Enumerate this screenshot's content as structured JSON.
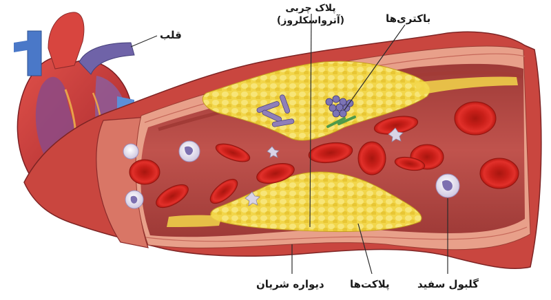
{
  "labels": {
    "plaque_line1": "پلاک چربی",
    "plaque_line2": "(آترواسکلروز)",
    "bacteria": "باکتری‌ها",
    "heart": "قلب",
    "artery_wall": "دیواره شریان",
    "platelets": "پلاکت‌ها",
    "white_blood_cell": "گلبول سفید"
  },
  "colors": {
    "artery_outer": "#c9463f",
    "artery_wall": "#e8a08a",
    "artery_lumen": "#b64a45",
    "plaque": "#f3d64a",
    "red_blood_cell": "#d4231f",
    "white_blood_cell": "#e9e2f2",
    "bacteria": "#8f7fb8"
  }
}
